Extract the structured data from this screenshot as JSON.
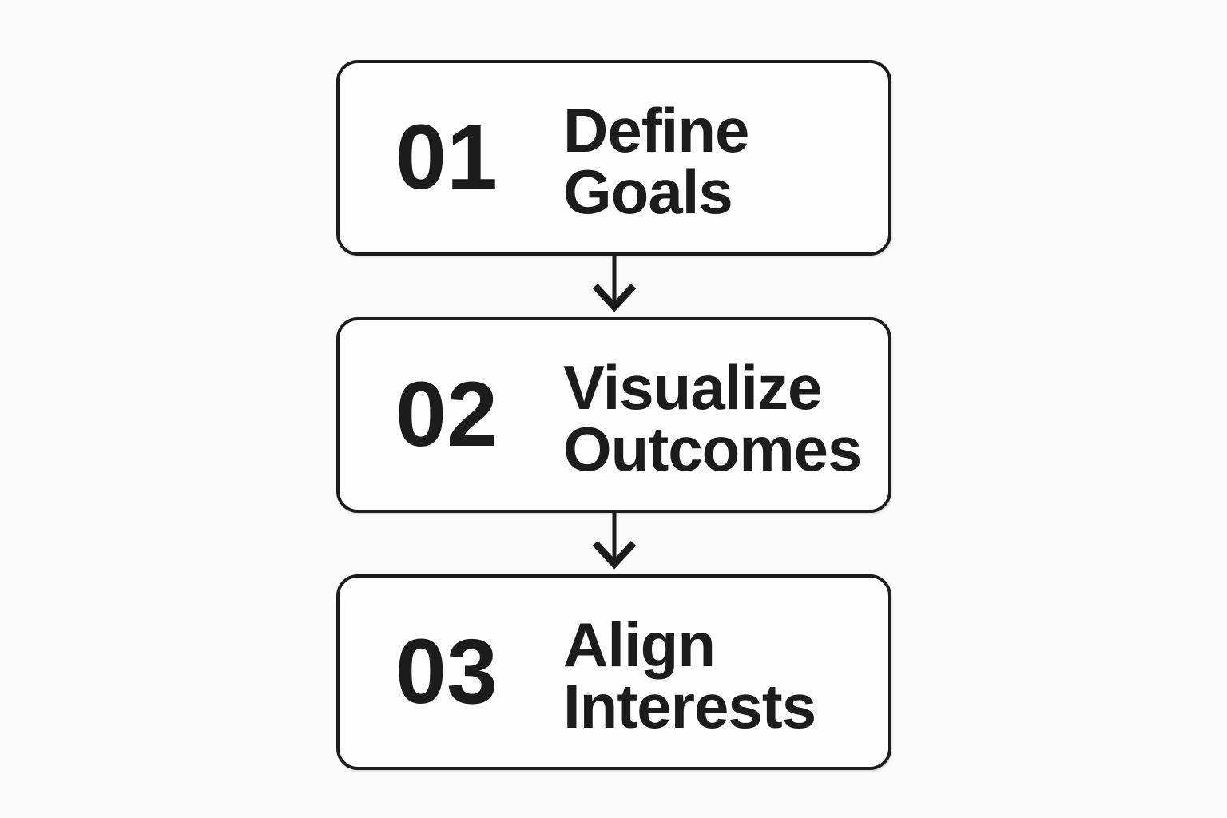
{
  "diagram": {
    "type": "flowchart",
    "direction": "top-down",
    "steps": [
      {
        "number": "01",
        "title_lines": [
          "Define",
          "Goals"
        ]
      },
      {
        "number": "02",
        "title_lines": [
          "Visualize",
          "Outcomes"
        ]
      },
      {
        "number": "03",
        "title_lines": [
          "Align",
          "Interests"
        ]
      }
    ],
    "connectors": [
      {
        "from": "01",
        "to": "02",
        "icon": "arrow-down-icon"
      },
      {
        "from": "02",
        "to": "03",
        "icon": "arrow-down-icon"
      }
    ]
  },
  "colors": {
    "ink": "#1c1c1c",
    "canvas_background": "#fafafa",
    "box_background": "#fdfdfd"
  }
}
